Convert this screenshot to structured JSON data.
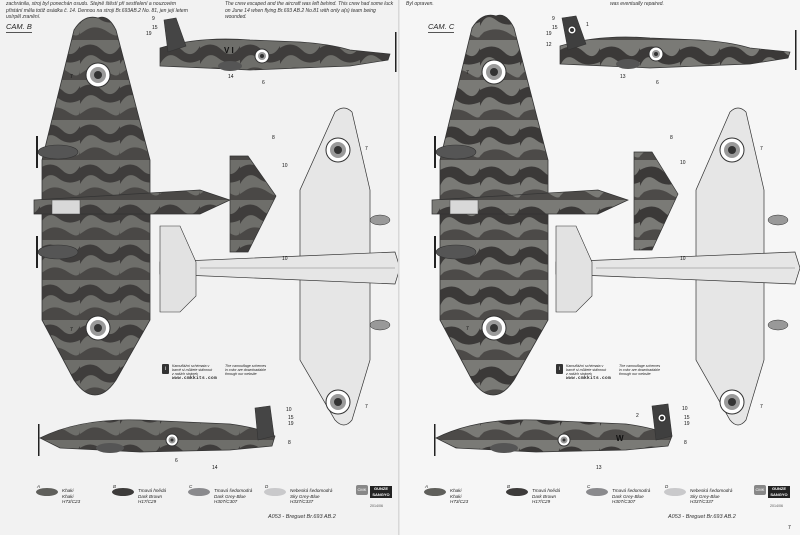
{
  "left_page": {
    "intro_cz": "zachránila, stroj byl ponechán osudu. Stejně štěstí při sestřelení a nouzovém\npřistání měla totiž osádka č. 14. Dennou na stroji Br.693AB.2 No. 81, jen její letem\nusírpěl zranění.",
    "intro_en": "The crew escaped and the aircraft was left behind. This crew had some luck\non June 14 when flying Br.693 AB.2 No.81 with only a(s) team being wounded.",
    "camouflage_label": "CAM. B",
    "top_callouts": [
      "9",
      "15",
      "19",
      "7",
      "14",
      "6",
      "8"
    ],
    "left_callouts": [
      "7",
      "7"
    ],
    "mid_callouts": [
      "8",
      "10",
      "7",
      "10",
      "7",
      "8"
    ],
    "side_callouts": [
      "10",
      "15",
      "19",
      "8",
      "6",
      "14"
    ],
    "side_serial": "V I"
  },
  "right_page": {
    "intro_cz": "Byl opraven.",
    "intro_en": "was eventually repaired.",
    "camouflage_label": "CAM. C",
    "top_callouts": [
      "9",
      "15",
      "19",
      "1",
      "12",
      "13",
      "6",
      "8"
    ],
    "left_callouts": [
      "7",
      "7"
    ],
    "mid_callouts": [
      "8",
      "10",
      "7",
      "10",
      "7",
      "8"
    ],
    "side_callouts": [
      "2",
      "10",
      "15",
      "19",
      "8",
      "13"
    ],
    "side_serial": "W"
  },
  "note": {
    "cz": "Kamuflážní schémata v\nbarvě si můžete stáhnout\nz našich stránek",
    "en": "The camouflage schemes\nin color are downloadable\nthrough our website",
    "url": "www.cmkkits.com"
  },
  "swatches": [
    {
      "letter": "A",
      "cz": "Khaki",
      "en": "Khaki",
      "code": "H73/C23",
      "color": "#5f5f5b"
    },
    {
      "letter": "B",
      "cz": "Tmavá hnědá",
      "en": "Dark Brown",
      "code": "H17/C29",
      "color": "#3d3b3a"
    },
    {
      "letter": "C",
      "cz": "Tmavá šedomodrá",
      "en": "Dark Grey-Blue",
      "code": "H307/C307",
      "color": "#8a8a8d"
    },
    {
      "letter": "D",
      "cz": "Nebeská šedomodrá",
      "en": "Sky Grey-Blue",
      "code": "H337/C337",
      "color": "#c9c9cb"
    }
  ],
  "brand": {
    "mark": "CMK",
    "name": "GUNZE SANGYO"
  },
  "footer_left": "A053 - Breguet Br.693 AB.2",
  "footer_right": "A053 - Breguet Br.693 AB.2",
  "code_left": "2014/06",
  "code_right": "2014/06",
  "page_number": "7",
  "colors": {
    "khaki": "#5f5f5b",
    "dark_brown": "#3d3b3a",
    "grey_blue": "#8a8a8d",
    "sky": "#c9c9cb",
    "underside": "#e8e8e8",
    "line": "#333333"
  }
}
